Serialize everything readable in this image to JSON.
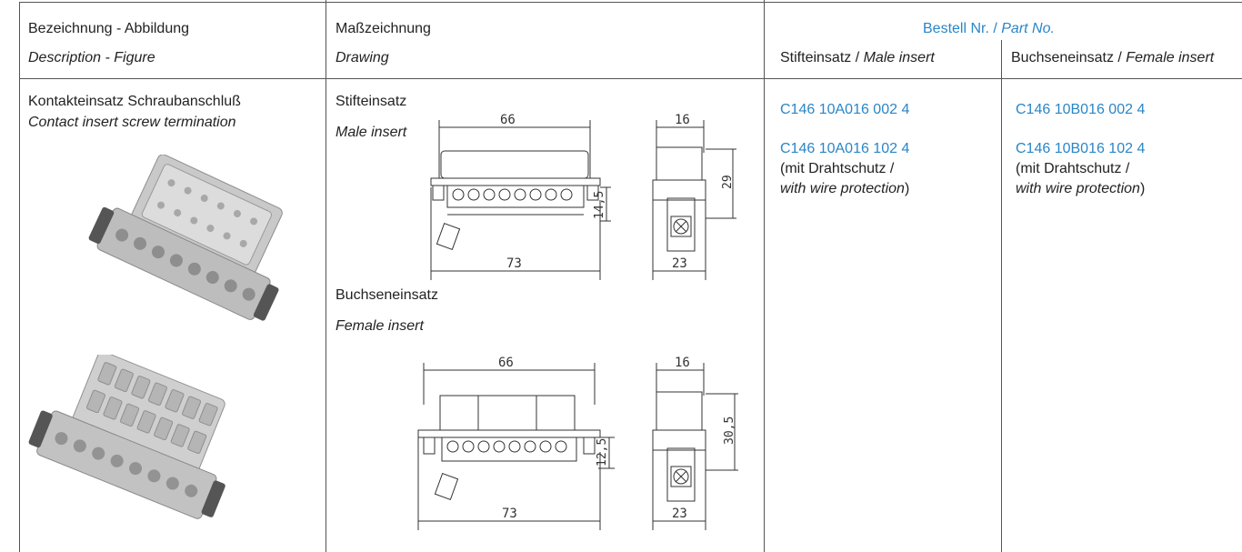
{
  "header": {
    "col1_de": "Bezeichnung - Abbildung",
    "col1_en": "Description - Figure",
    "col2_de": "Maßzeichnung",
    "col2_en": "Drawing",
    "order_de": "Bestell Nr. / ",
    "order_en": "Part No.",
    "male_de": "Stifteinsatz / ",
    "male_en": "Male insert",
    "female_de": "Buchseneinsatz / ",
    "female_en": "Female insert"
  },
  "row": {
    "desc_de": "Kontakteinsatz Schraubanschluß",
    "desc_en": "Contact insert screw termination",
    "drawing_male_de": "Stifteinsatz",
    "drawing_male_en": "Male insert",
    "drawing_female_de": "Buchseneinsatz",
    "drawing_female_en": "Female insert",
    "male_part_1": "C146 10A016 002 4",
    "male_part_2": "C146 10A016 102 4",
    "female_part_1": "C146 10B016 002 4",
    "female_part_2": "C146 10B016 102 4",
    "note_de": "(mit Drahtschutz /",
    "note_en": "with wire protection",
    "note_close": ")"
  },
  "dimensions": {
    "male": {
      "top_width": "66",
      "side_width": "16",
      "height": "14,5",
      "side_height": "29",
      "bottom_width": "73",
      "side_bottom": "23"
    },
    "female": {
      "top_width": "66",
      "side_width": "16",
      "height": "12,5",
      "side_height": "30,5",
      "bottom_width": "73",
      "side_bottom": "23"
    }
  },
  "colors": {
    "accent": "#2a86c8",
    "lines": "#555555"
  }
}
